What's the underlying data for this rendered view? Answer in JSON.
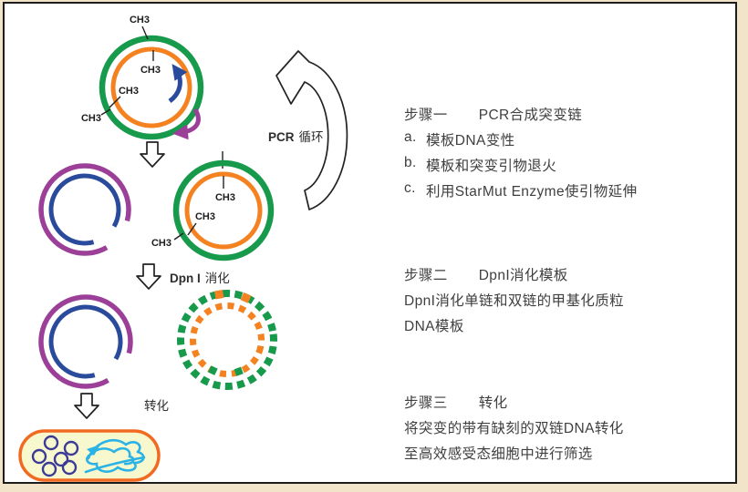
{
  "labels": {
    "ch3": "CH3",
    "pcr_cycle_prefix": "PCR",
    "pcr_cycle_suffix": "循环",
    "dpn_enzyme": "Dpn I",
    "dpn_action": "消化",
    "transform_label": "转化"
  },
  "steps": [
    {
      "label": "步骤一",
      "title": "PCR合成突变链",
      "items": [
        {
          "marker": "a.",
          "text": "模板DNA变性"
        },
        {
          "marker": "b.",
          "text": "模板和突变引物退火"
        },
        {
          "marker": "c.",
          "text": "利用StarMut Enzyme使引物延伸"
        }
      ]
    },
    {
      "label": "步骤二",
      "title": "DpnI消化模板",
      "lines": [
        "DpnI消化单链和双链的甲基化质粒",
        "DNA模板"
      ]
    },
    {
      "label": "步骤三",
      "title": "转化",
      "lines": [
        "将突变的带有缺刻的双链DNA转化",
        "至高效感受态细胞中进行筛选"
      ]
    }
  ],
  "colors": {
    "template_outer_strand": "#189a4c",
    "template_inner_strand": "#f58220",
    "mutant_outer_strand": "#9b3f98",
    "mutant_inner_strand": "#2a4b9b",
    "mutation_marker": "#e8304e",
    "cell_border": "#f26a21",
    "cell_fill": "#f8f8ce",
    "cell_plasmid": "#3b3b97",
    "chromosomal_dna": "#2bb3e6",
    "text": "#3f3f3f",
    "frame_background": "#f2e4c9",
    "frame_border": "#1c1c1c"
  }
}
